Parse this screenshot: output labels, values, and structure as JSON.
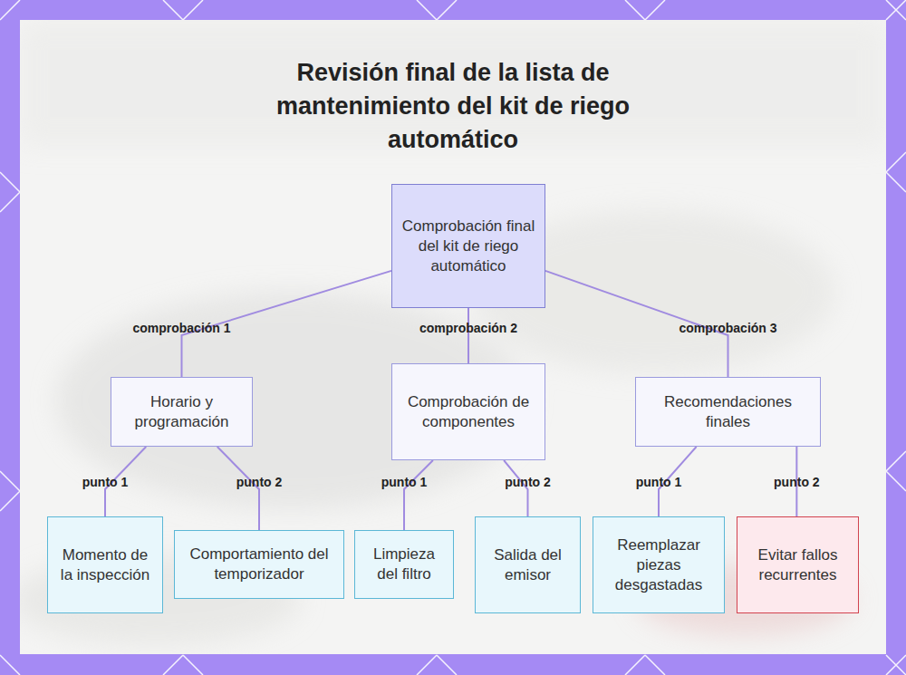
{
  "diagram": {
    "title": "Revisión final de la lista de mantenimiento del kit de riego automático",
    "nodes": [
      {
        "text": [
          "Comprobación final del kit de riego automático"
        ]
      },
      {
        "text": [
          "Horario y programación"
        ]
      },
      {
        "text": [
          "Comprobación de componentes"
        ]
      },
      {
        "text": [
          "Recomendaciones finales"
        ]
      },
      {
        "text": [
          "Momento de la inspección"
        ]
      },
      {
        "text": [
          "Comportamiento del temporizador"
        ]
      },
      {
        "text": [
          "Limpieza del filtro"
        ]
      },
      {
        "text": [
          "Salida del emisor"
        ]
      },
      {
        "text": [
          "Reemplazar piezas desgastadas"
        ]
      },
      {
        "text": [
          "Evitar fallos recurrentes"
        ]
      }
    ],
    "edges": [
      {
        "from": 0,
        "to": 1,
        "label": "comprobación 1",
        "arrow": "none"
      },
      {
        "from": 0,
        "to": 2,
        "label": "comprobación 2",
        "arrow": "none"
      },
      {
        "from": 0,
        "to": 3,
        "label": "comprobación 3",
        "arrow": "none"
      },
      {
        "from": 1,
        "to": 4,
        "label": "punto 1",
        "arrow": "none"
      },
      {
        "from": 1,
        "to": 5,
        "label": "punto 2",
        "arrow": "none"
      },
      {
        "from": 2,
        "to": 6,
        "label": "punto 1",
        "arrow": "none"
      },
      {
        "from": 2,
        "to": 7,
        "label": "punto 2",
        "arrow": "none"
      },
      {
        "from": 3,
        "to": 8,
        "label": "punto 1",
        "arrow": "none"
      },
      {
        "from": 3,
        "to": 9,
        "label": "punto 2",
        "arrow": "none"
      }
    ]
  }
}
